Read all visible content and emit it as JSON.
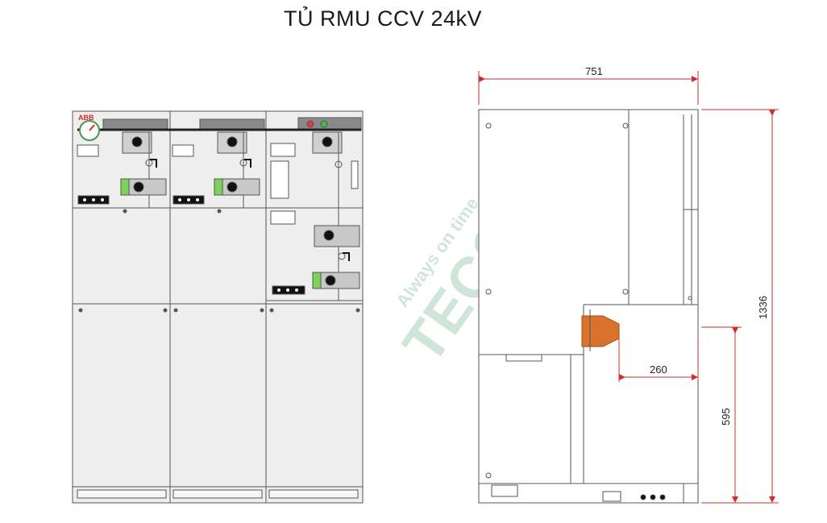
{
  "title": "TỦ RMU CCV 24kV",
  "brand": {
    "logo_text": "ABB"
  },
  "watermark": {
    "brand": "TECCC",
    "tagline": "Always on time"
  },
  "dimensions": {
    "width": "751",
    "height": "1336",
    "cable_offset": "260",
    "cable_height": "595"
  },
  "colors": {
    "dim_line": "#d22b2b",
    "panel": "#ececec",
    "bushing": "#d9722c",
    "indicator_green": "#3fbf3f",
    "indicator_red": "#e03a3a"
  }
}
